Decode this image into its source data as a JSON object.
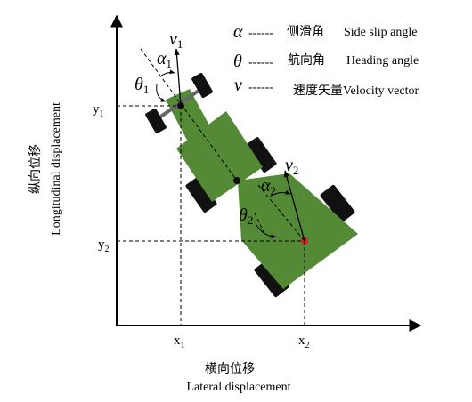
{
  "legend": [
    {
      "symbol": "α",
      "dashes": "------",
      "cn": "侧滑角",
      "en": "Side slip angle"
    },
    {
      "symbol": "θ",
      "dashes": "------",
      "cn": "航向角",
      "en": "Heading angle"
    },
    {
      "symbol": "v",
      "dashes": "------",
      "cn": "速度矢量",
      "en": "Velocity vector"
    }
  ],
  "axes": {
    "y_label_cn": "纵向位移",
    "y_label_en": "Longitudinal displacement",
    "x_label_cn": "横向位移",
    "x_label_en": "Lateral displacement"
  },
  "ticks": {
    "x1": "x",
    "x1_sub": "1",
    "x2": "x",
    "x2_sub": "2",
    "y1": "y",
    "y1_sub": "1",
    "y2": "y",
    "y2_sub": "2"
  },
  "vehicle_labels": {
    "v1": "v",
    "v1_sub": "1",
    "alpha1": "α",
    "alpha1_sub": "1",
    "theta1": "θ",
    "theta1_sub": "1",
    "v2": "v",
    "v2_sub": "2",
    "alpha2": "α",
    "alpha2_sub": "2",
    "theta2": "θ",
    "theta2_sub": "2"
  },
  "colors": {
    "body": "#548a35",
    "body_dark": "#3f6b26",
    "wheel": "#111111",
    "axle": "#666666",
    "pivot": "#111111",
    "rear_point": "#e02020",
    "axis": "#000000"
  }
}
